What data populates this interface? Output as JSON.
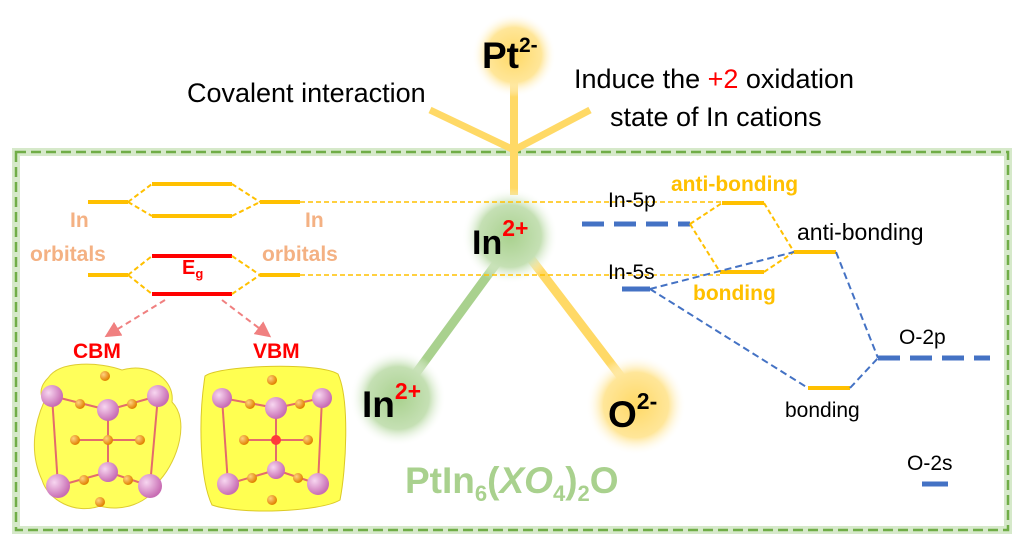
{
  "ions": {
    "pt": {
      "base": "Pt",
      "charge": "2-"
    },
    "in_center": {
      "base": "In",
      "charge": "2+"
    },
    "in_lower": {
      "base": "In",
      "charge": "2+"
    },
    "oxygen": {
      "base": "O",
      "charge": "2-"
    }
  },
  "labels": {
    "covalent": "Covalent interaction",
    "induce_prefix": "Induce the ",
    "induce_charge": "+2",
    "induce_suffix": " oxidation",
    "induce_line2": "state of In cations"
  },
  "left_panel": {
    "orbitals_word_1": "In",
    "orbitals_word_2": "orbitals",
    "eg_main": "E",
    "eg_sub": "g",
    "cbm": "CBM",
    "vbm": "VBM"
  },
  "right_panel": {
    "in5p": "In-5p",
    "in5s": "In-5s",
    "antibonding_gold": "anti-bonding",
    "bonding_gold": "bonding",
    "antibonding": "anti-bonding",
    "bonding": "bonding",
    "o2p": "O-2p",
    "o2s": "O-2s"
  },
  "formula": {
    "p1": "PtIn",
    "s1": "6",
    "p2": "(",
    "x": "XO",
    "s2": "4",
    "p3": ")",
    "s3": "2",
    "p4": "O"
  },
  "colors": {
    "gold": "#ffc000",
    "pale_gold": "#ffd966",
    "salmon": "#f4b183",
    "red": "#ff0000",
    "green": "#a9d18e",
    "blue": "#4472c4",
    "pink_arrow": "#f08080",
    "atom_pink": "#e39fd3",
    "isosurface": "#ffff33"
  }
}
